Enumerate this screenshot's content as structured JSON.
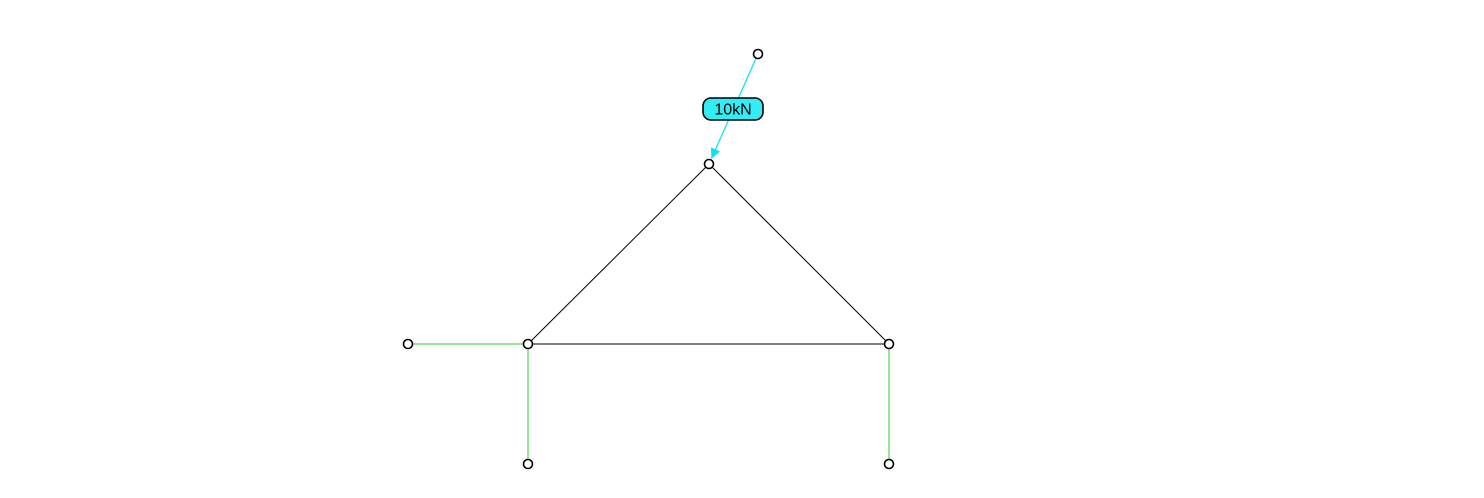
{
  "colors": {
    "background": "#ffffff",
    "truss_member": "#000000",
    "support_link": "#33cc33",
    "load": "#00e5ee",
    "load_label_fill": "#33ecf4",
    "node_stroke": "#000000",
    "node_fill": "#ffffff"
  },
  "structure": {
    "nodes": [
      {
        "id": "apex",
        "role": "truss-joint"
      },
      {
        "id": "left-base",
        "role": "truss-joint"
      },
      {
        "id": "right-base",
        "role": "truss-joint"
      },
      {
        "id": "left-horizontal-support",
        "role": "support-anchor"
      },
      {
        "id": "left-vertical-support",
        "role": "support-anchor"
      },
      {
        "id": "right-vertical-support",
        "role": "support-anchor"
      },
      {
        "id": "load-origin",
        "role": "load-tail"
      }
    ],
    "members": [
      {
        "id": "left-rafter",
        "from": "left-base",
        "to": "apex",
        "kind": "truss"
      },
      {
        "id": "right-rafter",
        "from": "apex",
        "to": "right-base",
        "kind": "truss"
      },
      {
        "id": "bottom-chord",
        "from": "left-base",
        "to": "right-base",
        "kind": "truss"
      },
      {
        "id": "left-horizontal-link",
        "from": "left-horizontal-support",
        "to": "left-base",
        "kind": "support"
      },
      {
        "id": "left-vertical-link",
        "from": "left-base",
        "to": "left-vertical-support",
        "kind": "support"
      },
      {
        "id": "right-vertical-link",
        "from": "right-base",
        "to": "right-vertical-support",
        "kind": "support"
      }
    ],
    "load": {
      "label": "10kN",
      "from": "load-origin",
      "to": "apex"
    }
  }
}
